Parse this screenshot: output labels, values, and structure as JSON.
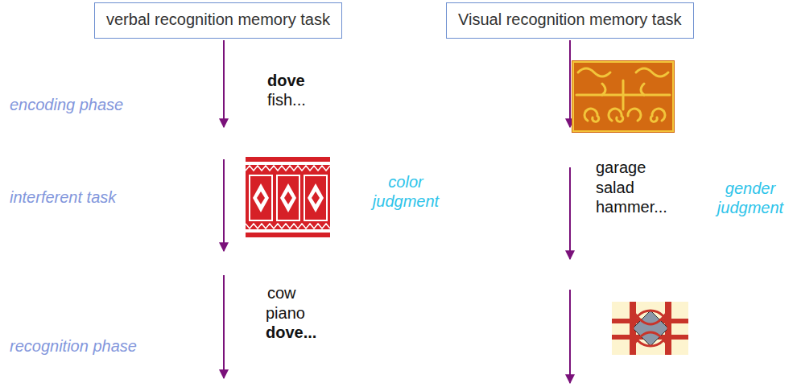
{
  "diagram": {
    "nodes": [
      {
        "text": [
          "verbal recognition memory task"
        ]
      },
      {
        "text": [
          "Visual recognition memory task"
        ]
      }
    ],
    "labels": [
      "encoding phase",
      "interferent task",
      "recognition phase",
      "dove",
      "fish...",
      "color judgment",
      "cow",
      "piano",
      "dove...",
      "garage",
      "salad",
      "hammer...",
      "gender judgment"
    ]
  }
}
